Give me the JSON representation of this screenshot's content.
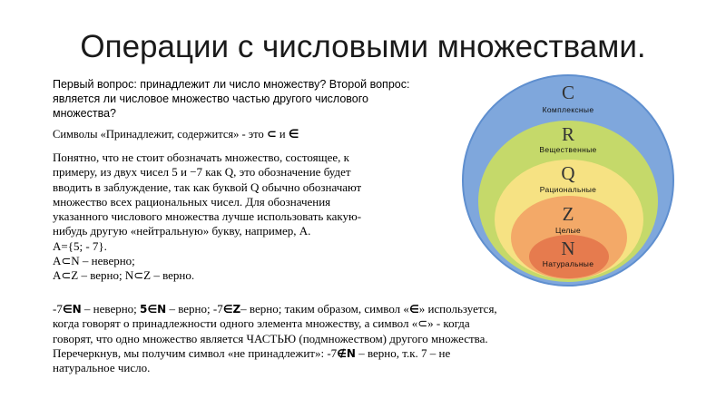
{
  "title": "Операции с числовыми множествами.",
  "intro": "Первый вопрос: принадлежит ли число множеству? Второй вопрос: является ли числовое множество частью другого числового множества?",
  "symbols": {
    "text": "Символы  «Принадлежит, содержится» - это",
    "subset": "⊂",
    "and": "и",
    "element": "∈"
  },
  "para2_lines": [
    "Понятно, что не стоит обозначать множество, состоящее, к",
    "примеру, из двух чисел 5 и −7 как Q, это обозначение будет",
    "вводить в заблуждение, так как буквой Q обычно обозначают",
    "множество всех рациональных чисел. Для обозначения",
    "указанного числового множества лучше использовать какую-",
    "нибудь другую «нейтральную» букву, например, А.",
    "А={5; - 7}.",
    "А⊂N – неверно;",
    "А⊂Z – верно; N⊂Z – верно."
  ],
  "para3": {
    "n1": "-7",
    "s1": "∈N",
    "t1": " – неверно; ",
    "n2": "5",
    "s2": "∈N",
    "t2": " – верно;  -7",
    "s3": "∈Z",
    "t3": "– верно;  таким образом, символ «",
    "s4": "∈",
    "t4": "» используется,",
    "line2": "когда говорят о принадлежности одного элемента множеству, а символ «⊂» - когда",
    "line3": "говорят, что одно множество является ЧАСТЬЮ (подмножеством) другого множества.",
    "line4a": "Перечеркнув, мы получим символ «не принадлежит»: -7",
    "s5": "∉N",
    "line4b": " – верно, т.к. 7 – не",
    "line5": "натуральное число."
  },
  "diagram": {
    "sets": [
      {
        "letter": "C",
        "label": "Комплексные",
        "color": "#7fa7dc"
      },
      {
        "letter": "R",
        "label": "Вещественные",
        "color": "#c5d96a"
      },
      {
        "letter": "Q",
        "label": "Рациональные",
        "color": "#f6e283"
      },
      {
        "letter": "Z",
        "label": "Целые",
        "color": "#f3a968"
      },
      {
        "letter": "N",
        "label": "Натуральные",
        "color": "#e67b4e"
      }
    ]
  }
}
